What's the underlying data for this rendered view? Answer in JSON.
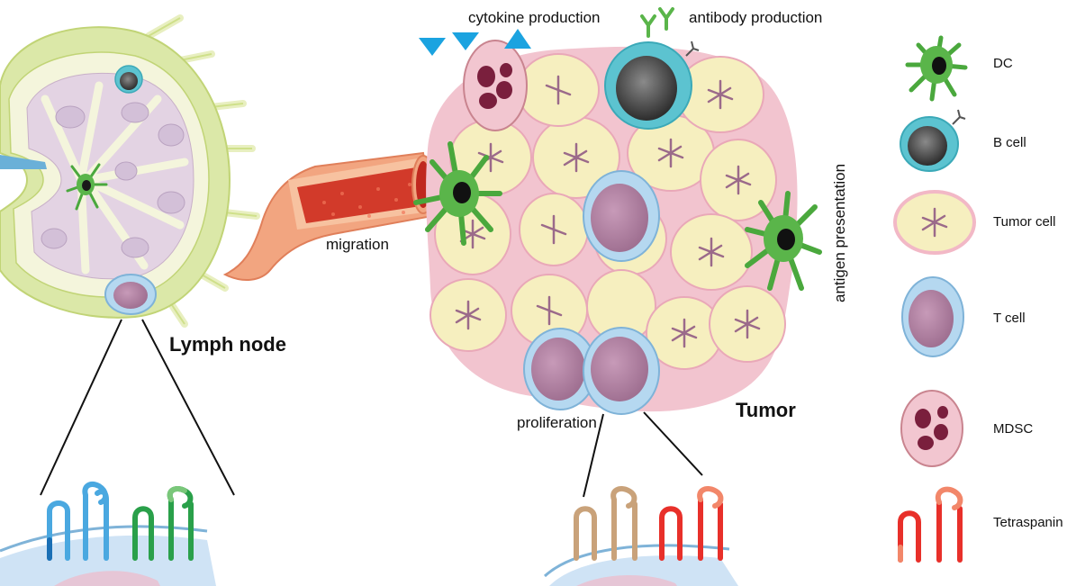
{
  "labels": {
    "cytokine_production": "cytokine production",
    "antibody_production": "antibody production",
    "migration": "migration",
    "antigen_presentation": "antigen presentation",
    "lymph_node": "Lymph node",
    "tumor": "Tumor",
    "proliferation": "proliferation"
  },
  "legend": [
    {
      "label": "DC",
      "icon": "dendritic-cell-icon"
    },
    {
      "label": "B cell",
      "icon": "b-cell-icon"
    },
    {
      "label": "Tumor cell",
      "icon": "tumor-cell-icon"
    },
    {
      "label": "T cell",
      "icon": "t-cell-icon"
    },
    {
      "label": "MDSC",
      "icon": "mdsc-icon"
    },
    {
      "label": "Tetraspanin",
      "icon": "tetraspanin-icon"
    }
  ],
  "colors": {
    "dc": "#5ab54a",
    "b_cell": "#5cc3d0",
    "tumor_cell": "#f6efbf",
    "tumor_border": "#f2b8c6",
    "t_cell": "#b5d8f0",
    "t_cell_nucleus": "#b383a6",
    "mdsc": "#f2c6d0",
    "mdsc_nucleus": "#7a1f3d",
    "tetraspanin": "#e8302a",
    "cytokine": "#1ba3e0",
    "lymph_node": "#dbe8a8"
  }
}
